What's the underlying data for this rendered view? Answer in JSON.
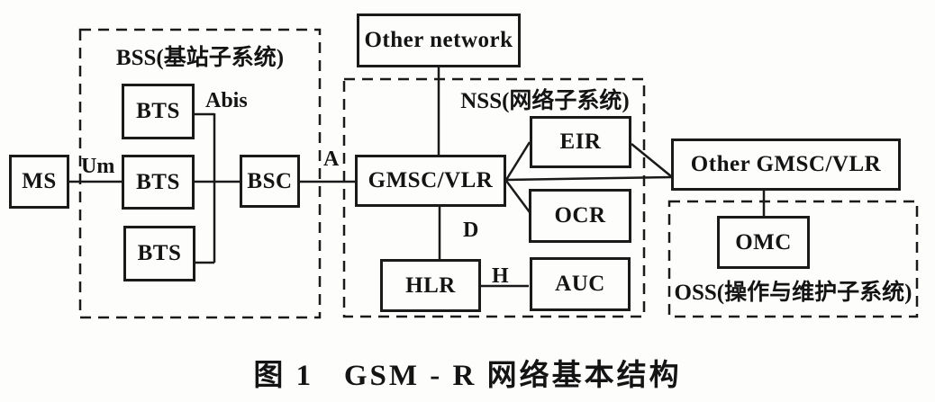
{
  "diagram": {
    "caption": "图 1   GSM - R 网络基本结构",
    "groups": {
      "bss": {
        "label": "BSS(基站子系统)"
      },
      "nss": {
        "label": "NSS(网络子系统)"
      },
      "oss": {
        "label": "OSS(操作与维护子系统)"
      }
    },
    "nodes": {
      "ms": "MS",
      "bts1": "BTS",
      "bts2": "BTS",
      "bts3": "BTS",
      "bsc": "BSC",
      "other_network": "Other network",
      "gmsc_vlr": "GMSC/VLR",
      "eir": "EIR",
      "ocr": "OCR",
      "hlr": "HLR",
      "auc": "AUC",
      "other_gmsc_vlr": "Other GMSC/VLR",
      "omc": "OMC"
    },
    "interfaces": {
      "um": "Um",
      "abis": "Abis",
      "a": "A",
      "d": "D",
      "h": "H"
    },
    "colors": {
      "line": "#1a1a1a",
      "background": "#fdfdfc",
      "text": "#141414"
    }
  }
}
